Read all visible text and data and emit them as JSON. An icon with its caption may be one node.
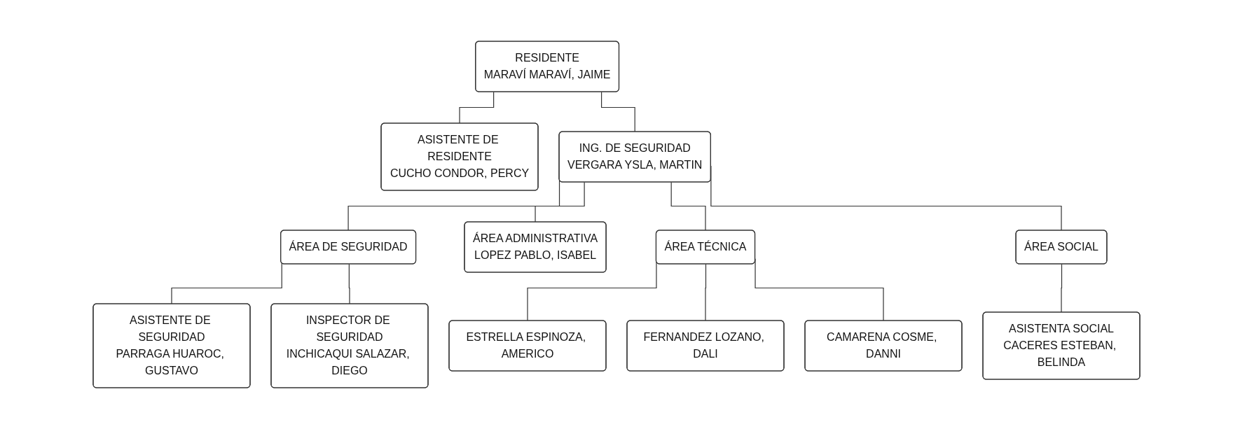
{
  "diagram": {
    "nodes": [
      {
        "text": [
          "RESIDENTE",
          "MARAVÍ MARAVÍ, JAIME"
        ]
      },
      {
        "text": [
          "ASISTENTE DE RESIDENTE",
          "CUCHO CONDOR, PERCY"
        ]
      },
      {
        "text": [
          "ING. DE SEGURIDAD",
          "VERGARA YSLA, MARTIN"
        ]
      },
      {
        "text": [
          "ÁREA DE SEGURIDAD"
        ]
      },
      {
        "text": [
          "ÁREA ADMINISTRATIVA",
          "LOPEZ PABLO, ISABEL"
        ]
      },
      {
        "text": [
          "ÁREA TÉCNICA"
        ]
      },
      {
        "text": [
          "ÁREA SOCIAL"
        ]
      },
      {
        "text": [
          "ASISTENTE DE SEGURIDAD",
          "PARRAGA HUAROC, GUSTAVO"
        ]
      },
      {
        "text": [
          "INSPECTOR DE SEGURIDAD",
          "INCHICAQUI SALAZAR, DIEGO"
        ]
      },
      {
        "text": [
          "ESTRELLA ESPINOZA, AMERICO"
        ]
      },
      {
        "text": [
          "FERNANDEZ LOZANO, DALI"
        ]
      },
      {
        "text": [
          "CAMARENA COSME, DANNI"
        ]
      },
      {
        "text": [
          "ASISTENTA SOCIAL",
          "CACERES ESTEBAN, BELINDA"
        ]
      }
    ],
    "edges": [
      {
        "from": 0,
        "to": 1,
        "arrow": "none"
      },
      {
        "from": 0,
        "to": 2,
        "arrow": "none"
      },
      {
        "from": 2,
        "to": 3,
        "arrow": "none"
      },
      {
        "from": 2,
        "to": 4,
        "arrow": "none"
      },
      {
        "from": 2,
        "to": 5,
        "arrow": "none"
      },
      {
        "from": 2,
        "to": 6,
        "arrow": "none"
      },
      {
        "from": 3,
        "to": 7,
        "arrow": "none"
      },
      {
        "from": 3,
        "to": 8,
        "arrow": "none"
      },
      {
        "from": 5,
        "to": 9,
        "arrow": "none"
      },
      {
        "from": 5,
        "to": 10,
        "arrow": "none"
      },
      {
        "from": 5,
        "to": 11,
        "arrow": "none"
      },
      {
        "from": 6,
        "to": 12,
        "arrow": "none"
      }
    ]
  }
}
